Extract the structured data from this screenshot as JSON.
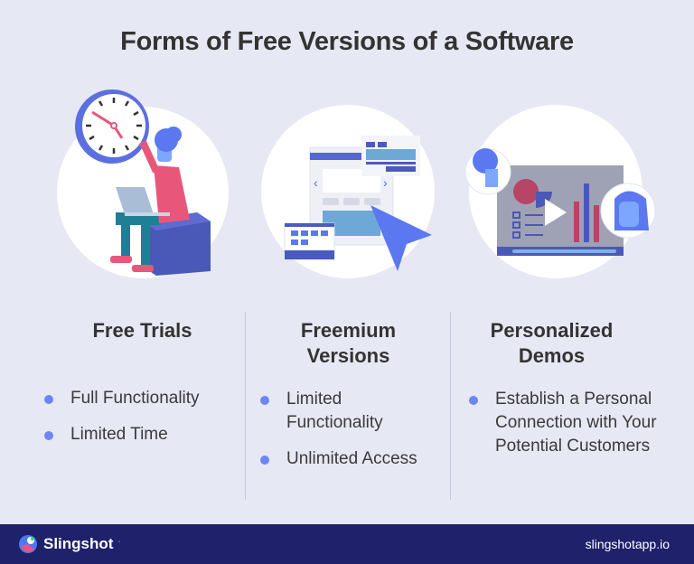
{
  "title": "Forms of Free Versions of a Software",
  "columns": [
    {
      "title_lines": [
        "Free Trials"
      ],
      "illustration": "person-with-clock-and-laptop",
      "bullets": [
        "Full Functionality",
        "Limited Time"
      ]
    },
    {
      "title_lines": [
        "Freemium",
        "Versions"
      ],
      "illustration": "browser-windows-with-cursor",
      "bullets": [
        "Limited Functionality",
        "Unlimited Access"
      ]
    },
    {
      "title_lines": [
        "Personalized",
        "Demos"
      ],
      "illustration": "video-presentation-with-avatars",
      "bullets": [
        "Establish a Personal Connection with Your Potential Customers"
      ]
    }
  ],
  "colors": {
    "background": "#e6e8f4",
    "accent_bullet": "#6b86f5",
    "footer": "#1f216b",
    "title_text": "#333333"
  },
  "footer": {
    "brand": "Slingshot",
    "brand_mark": "'",
    "site": "slingshotapp.io"
  }
}
